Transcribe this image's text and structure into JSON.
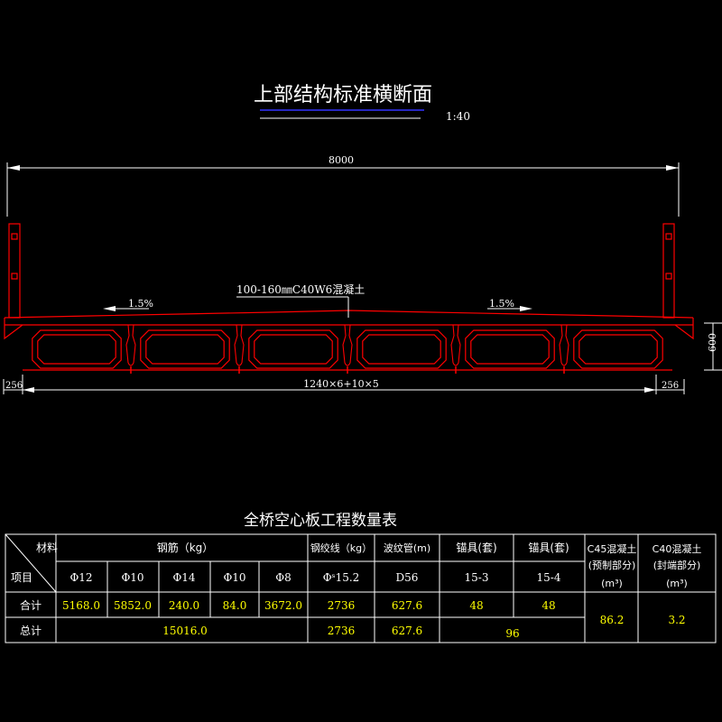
{
  "drawing": {
    "title": "上部结构标准横断面",
    "scale": "1:40",
    "total_width": "8000",
    "slope_left": "1.5%",
    "slope_right": "1.5%",
    "overlay_note": "100-160㎜C40W6混凝土",
    "height_dim": "600",
    "edge_left": "256",
    "edge_right": "256",
    "span_dim": "1240×6+10×5",
    "colors": {
      "line": "#ff0000",
      "dim": "#ffffff",
      "value": "#ffff00",
      "title_underline": "#3333ff"
    }
  },
  "table": {
    "title": "全桥空心板工程数量表",
    "corner_top": "材料",
    "corner_bottom": "项目",
    "header": {
      "rebar": "钢筋（kg）",
      "strand": "钢绞线（kg）",
      "duct": "波纹管(m)",
      "anchor1": "锚具(套)",
      "anchor2": "锚具(套)",
      "c45": "C45混凝土",
      "c45_sub": "(预制部分)",
      "c45_unit": "(m³)",
      "c40": "C40混凝土",
      "c40_sub": "(封端部分)",
      "c40_unit": "(m³)"
    },
    "subheader": {
      "r1": "Φ12",
      "r2": "Φ10",
      "r3": "Φ14",
      "r4": "Φ10",
      "r5": "Φ8",
      "strand": "Φˢ15.2",
      "duct": "D56",
      "anchor1": "15-3",
      "anchor2": "15-4"
    },
    "row_total": {
      "label": "合计",
      "r1": "5168.0",
      "r2": "5852.0",
      "r3": "240.0",
      "r4": "84.0",
      "r5": "3672.0",
      "strand": "2736",
      "duct": "627.6",
      "anchor1": "48",
      "anchor2": "48"
    },
    "row_grand": {
      "label": "总计",
      "rebar": "15016.0",
      "strand": "2736",
      "duct": "627.6",
      "anchor": "96"
    },
    "c45_value": "86.2",
    "c40_value": "3.2"
  }
}
